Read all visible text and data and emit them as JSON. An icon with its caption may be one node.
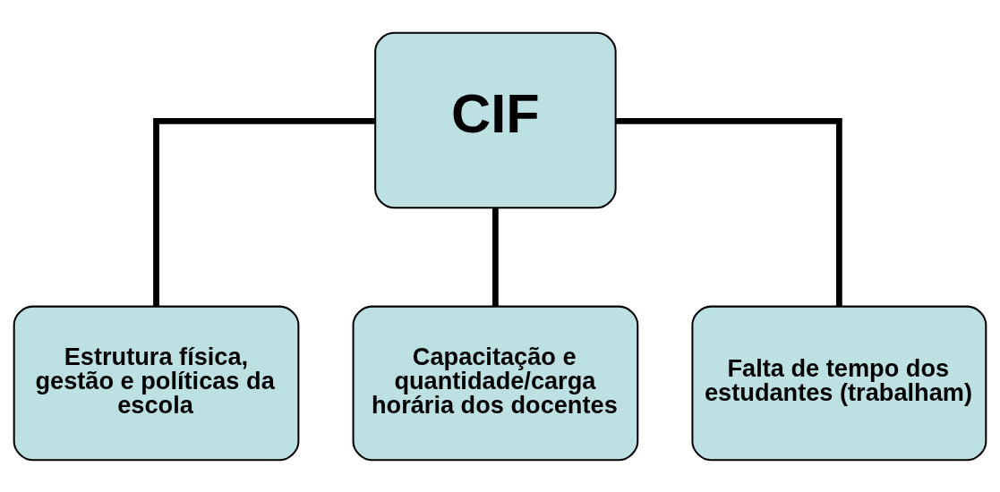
{
  "diagram": {
    "nodes": [
      {
        "text": [
          "CIF"
        ]
      },
      {
        "text": [
          "Estrutura física, gestão e políticas da escola"
        ]
      },
      {
        "text": [
          "Capacitação e quantidade/carga horária dos docentes"
        ]
      },
      {
        "text": [
          "Falta de tempo dos estudantes (trabalham)"
        ]
      }
    ],
    "edges": [
      {
        "from": 0,
        "to": 1,
        "arrow": "none"
      },
      {
        "from": 0,
        "to": 2,
        "arrow": "none"
      },
      {
        "from": 0,
        "to": 3,
        "arrow": "none"
      }
    ]
  }
}
